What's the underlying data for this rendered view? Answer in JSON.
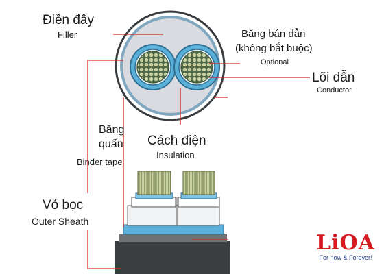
{
  "labels": {
    "filler_vi": "Điền đầy",
    "filler_en": "Filler",
    "semi_tape_vi": "Băng bán dẫn",
    "semi_tape_vi2": "(không bắt buộc)",
    "semi_tape_en": "Optional",
    "conductor_vi": "Lõi dẫn",
    "conductor_en": "Conductor",
    "binder_vi_1": "Băng",
    "binder_vi_2": "quấn",
    "binder_en": "Binder tape",
    "insulation_vi": "Cách điện",
    "insulation_en": "Insulation",
    "sheath_vi": "Vỏ bọc",
    "sheath_en": "Outer Sheath"
  },
  "logo": {
    "word": "LiOA",
    "tagline": "For now & Forever!"
  },
  "colors": {
    "leader_line": "#d8262b",
    "cable_core_fill": "#6b8e6a",
    "insulation": "#5ab0d8",
    "filler": "#d9dbe0",
    "sheath": "#3b3e3f",
    "logo_red": "#d71920",
    "logo_blue": "#1f3d8a"
  }
}
